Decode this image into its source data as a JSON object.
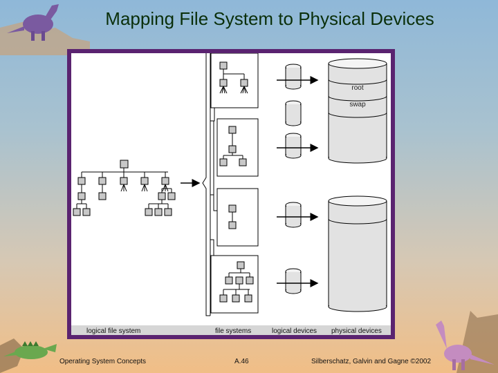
{
  "slide": {
    "title": "Mapping File System to Physical Devices",
    "footer_left": "Operating System Concepts",
    "footer_center": "A.46",
    "footer_right": "Silberschatz, Galvin and Gagne ©2002"
  },
  "diagram": {
    "root_label": "root",
    "swap_label": "swap",
    "caption_logical": "logical file system",
    "caption_fs": "file systems",
    "caption_ld": "logical devices",
    "caption_pd": "physical devices"
  },
  "colors": {
    "frame": "#5a2370",
    "title": "#0a2f0a",
    "box_fill": "#c8c8c8",
    "cylinder_fill": "#e2e2e2",
    "caption_bar": "#d6d6d6"
  }
}
